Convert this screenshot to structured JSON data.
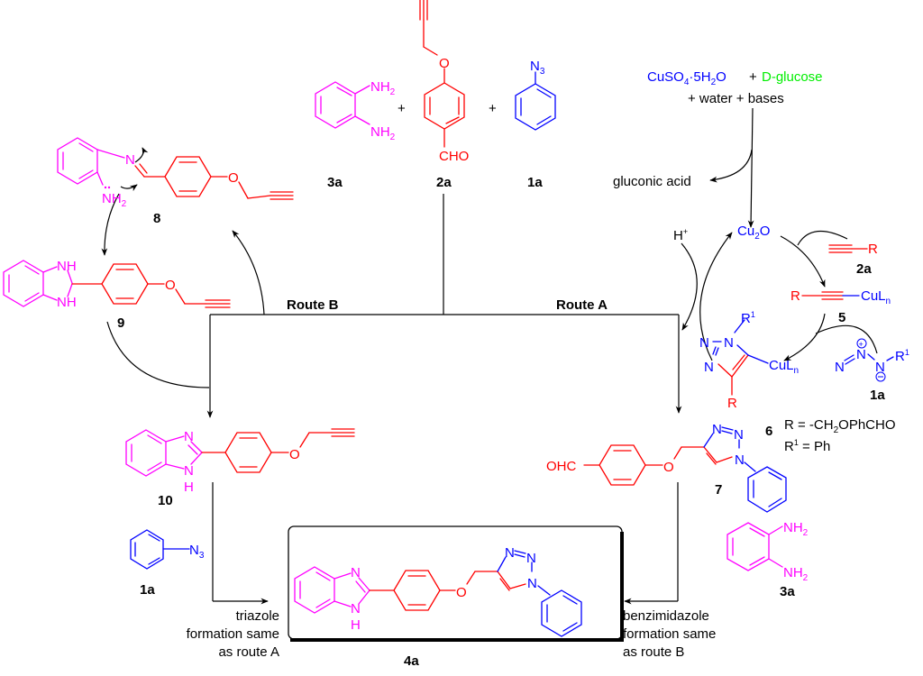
{
  "colors": {
    "diamine": "#ff00ff",
    "aldehyde": "#ff0000",
    "azide_copper": "#0000ff",
    "glucose": "#00ee00",
    "text": "#000000"
  },
  "reagents": {
    "diamine": {
      "label": "3a",
      "nh2_top": "NH2",
      "nh2_bottom": "NH2"
    },
    "aldehyde": {
      "label": "2a",
      "cho": "CHO",
      "o": "O"
    },
    "azide": {
      "label": "1a",
      "n3": "N3"
    },
    "plus": "+"
  },
  "catalyst": {
    "cuso4": "CuSO4·5H2O",
    "plus": "+",
    "glucose": "D-glucose",
    "line2": "+ water + bases",
    "byproduct": "gluconic acid",
    "cu2o": "Cu2O",
    "proton": "H+"
  },
  "routes": {
    "route_a": "Route A",
    "route_b": "Route B"
  },
  "cycle_a": {
    "alkyne_r": "R",
    "alkyne_label": "2a",
    "acetylide_r": "R",
    "acetylide_cu": "CuLn",
    "acetylide_label": "5",
    "triazolyl_cu": "CuLn",
    "triazolyl_r": "R",
    "triazolyl_r1": "R1",
    "triazolyl_label": "6",
    "azide_r1": "R1",
    "azide_label": "1a",
    "definition_r": "R = -CH2OPhCHO",
    "definition_r1": "R1 = Ph"
  },
  "intermediates": {
    "imine": {
      "label": "8",
      "n": "N",
      "nh2": "NH2",
      "o": "O"
    },
    "aminal": {
      "label": "9",
      "nh_top": "NH",
      "nh_bottom": "NH",
      "o": "O"
    },
    "benzimidazole": {
      "label": "10",
      "n": "N",
      "nh": "H",
      "o": "O"
    },
    "triazole_aldehyde": {
      "label": "7",
      "ohc": "OHC",
      "o": "O"
    }
  },
  "side_reagents": {
    "azide_left": {
      "label": "1a",
      "n3": "N3"
    },
    "diamine_right": {
      "label": "3a",
      "nh2_top": "NH2",
      "nh2_bottom": "NH2"
    }
  },
  "notes": {
    "left": [
      "triazole",
      "formation same",
      "as route A"
    ],
    "right": [
      "benzimidazole",
      "formation same",
      "as route B"
    ]
  },
  "product": {
    "label": "4a",
    "o": "O",
    "n": "N",
    "h": "H"
  }
}
